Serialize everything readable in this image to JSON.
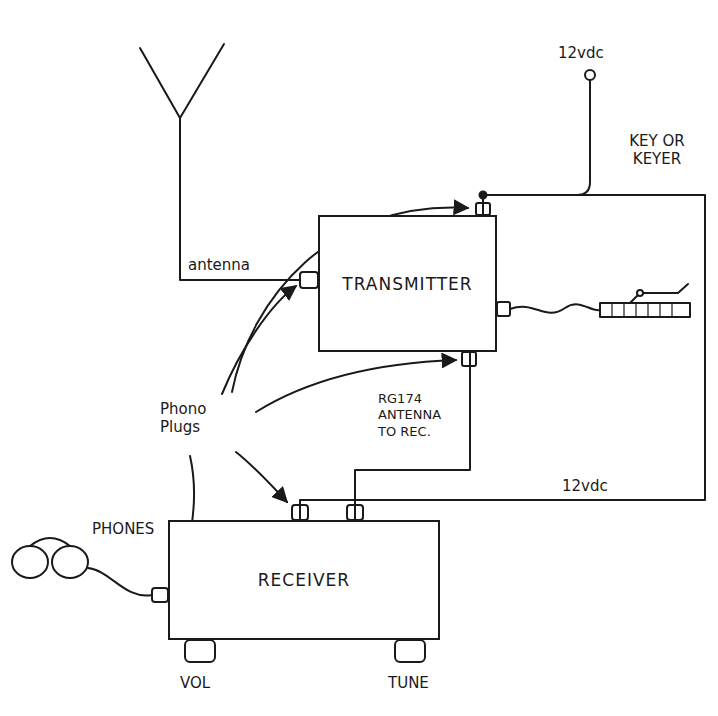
{
  "diagram": {
    "nodes": [
      {
        "text": [
          "TRANSMITTER"
        ]
      },
      {
        "text": [
          "RECEIVER"
        ]
      }
    ],
    "edges": [
      {
        "from": 0,
        "to": 1,
        "arrow": "none",
        "label": "RG174 ANTENNA TO REC."
      },
      {
        "from": 0,
        "to": 1,
        "arrow": "none",
        "label": "12vdc"
      }
    ],
    "labels": [
      "12vdc",
      "KEY OR KEYER",
      "antenna",
      "Phono Plugs",
      "PHONES",
      "VOL",
      "TUNE"
    ]
  }
}
